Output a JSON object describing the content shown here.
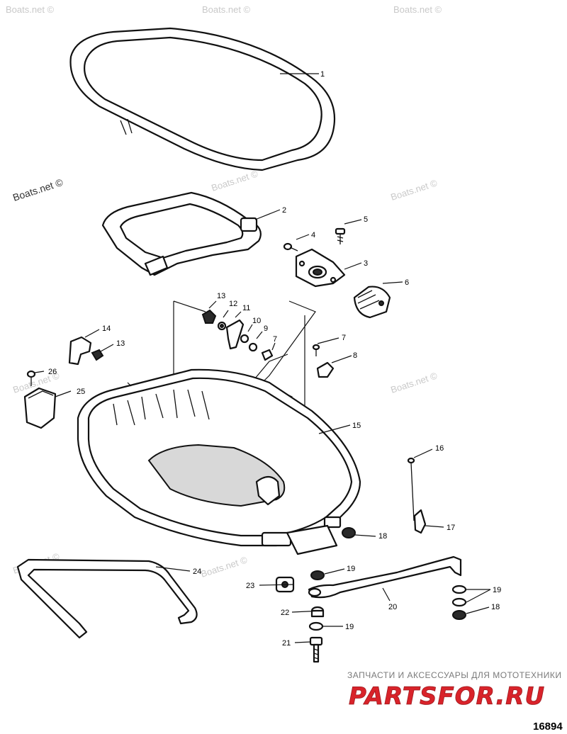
{
  "watermarks": {
    "top_left": "Boats.net ©",
    "top_right": "Boats.net ©",
    "mid_left": "Boats.net ©",
    "mid_right": "Boats.net ©",
    "center_left": "Boats.net ©",
    "center_right": "Boats.net ©",
    "bottom_left": "Boats.net ©",
    "bottom_center": "Boats.net ©"
  },
  "callouts": [
    {
      "id": "c1",
      "label": "1"
    },
    {
      "id": "c2",
      "label": "2"
    },
    {
      "id": "c3",
      "label": "3"
    },
    {
      "id": "c4",
      "label": "4"
    },
    {
      "id": "c5",
      "label": "5"
    },
    {
      "id": "c6",
      "label": "6"
    },
    {
      "id": "c7a",
      "label": "7"
    },
    {
      "id": "c7b",
      "label": "7"
    },
    {
      "id": "c8",
      "label": "8"
    },
    {
      "id": "c9",
      "label": "9"
    },
    {
      "id": "c10",
      "label": "10"
    },
    {
      "id": "c11",
      "label": "11"
    },
    {
      "id": "c12",
      "label": "12"
    },
    {
      "id": "c13a",
      "label": "13"
    },
    {
      "id": "c13b",
      "label": "13"
    },
    {
      "id": "c14",
      "label": "14"
    },
    {
      "id": "c15",
      "label": "15"
    },
    {
      "id": "c16",
      "label": "16"
    },
    {
      "id": "c17",
      "label": "17"
    },
    {
      "id": "c18a",
      "label": "18"
    },
    {
      "id": "c18b",
      "label": "18"
    },
    {
      "id": "c19a",
      "label": "19"
    },
    {
      "id": "c19b",
      "label": "19"
    },
    {
      "id": "c19c",
      "label": "19"
    },
    {
      "id": "c20",
      "label": "20"
    },
    {
      "id": "c21",
      "label": "21"
    },
    {
      "id": "c22",
      "label": "22"
    },
    {
      "id": "c23",
      "label": "23"
    },
    {
      "id": "c24",
      "label": "24"
    },
    {
      "id": "c25",
      "label": "25"
    },
    {
      "id": "c26",
      "label": "26"
    }
  ],
  "branding": {
    "tagline": "ЗАПЧАСТИ И АКСЕССУАРЫ ДЛЯ МОТОТЕХНИКИ",
    "logo_text": "PARTSFOR.RU"
  },
  "diagram_number": "16894",
  "colors": {
    "line": "#111111",
    "watermark": "#c9c9c9",
    "logo_red": "#d9232a",
    "logo_grey": "#bdbdbd"
  }
}
